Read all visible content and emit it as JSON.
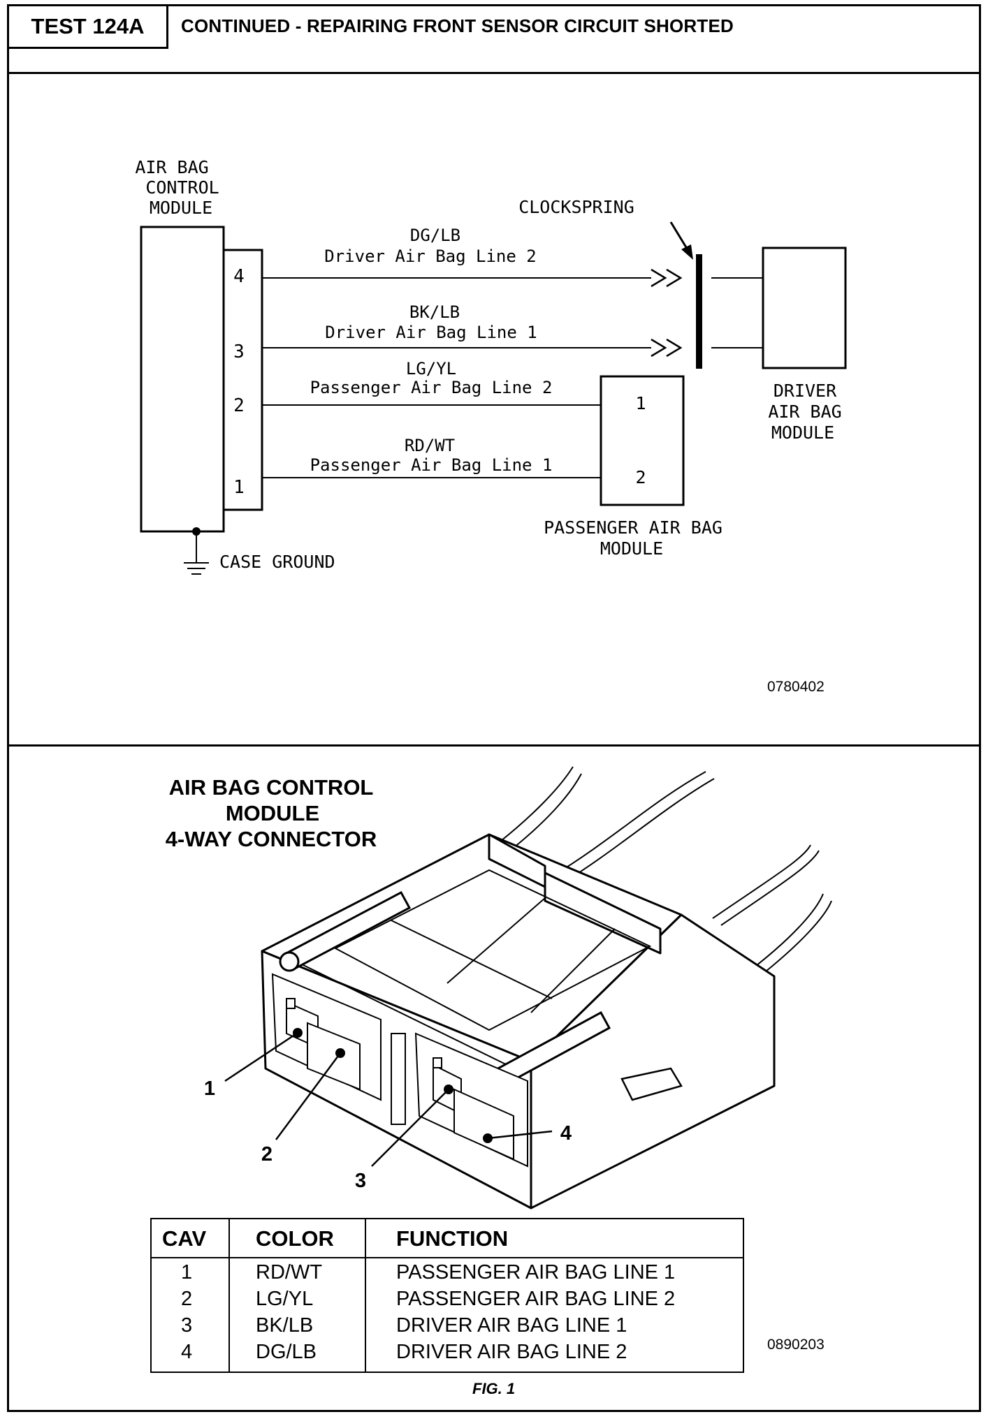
{
  "header": {
    "test_id": "TEST 124A",
    "title": "CONTINUED - REPAIRING FRONT SENSOR CIRCUIT SHORTED"
  },
  "schematic": {
    "module_label": [
      "AIR BAG",
      "CONTROL",
      "MODULE"
    ],
    "pins": [
      "4",
      "3",
      "2",
      "1"
    ],
    "wires": [
      {
        "color": "DG/LB",
        "function": "Driver Air Bag Line 2"
      },
      {
        "color": "BK/LB",
        "function": "Driver Air Bag Line 1"
      },
      {
        "color": "LG/YL",
        "function": "Passenger Air Bag Line 2"
      },
      {
        "color": "RD/WT",
        "function": "Passenger Air Bag Line 1"
      }
    ],
    "clockspring_label": "CLOCKSPRING",
    "driver_module_label": [
      "DRIVER",
      "AIR BAG",
      "MODULE"
    ],
    "passenger_module_pins": [
      "1",
      "2"
    ],
    "passenger_module_label": [
      "PASSENGER AIR BAG",
      "MODULE"
    ],
    "ground_label": "CASE GROUND",
    "figure_code": "0780402"
  },
  "connector": {
    "title": [
      "AIR BAG CONTROL",
      "MODULE",
      "4-WAY CONNECTOR"
    ],
    "callouts": [
      "1",
      "2",
      "3",
      "4"
    ],
    "table": {
      "headers": [
        "CAV",
        "COLOR",
        "FUNCTION"
      ],
      "rows": [
        {
          "cav": "1",
          "color": "RD/WT",
          "function": "PASSENGER AIR BAG LINE 1"
        },
        {
          "cav": "2",
          "color": "LG/YL",
          "function": "PASSENGER AIR BAG LINE 2"
        },
        {
          "cav": "3",
          "color": "BK/LB",
          "function": "DRIVER AIR BAG LINE 1"
        },
        {
          "cav": "4",
          "color": "DG/LB",
          "function": "DRIVER AIR BAG LINE 2"
        }
      ]
    },
    "figure_code": "0890203",
    "figure_caption": "FIG. 1"
  }
}
